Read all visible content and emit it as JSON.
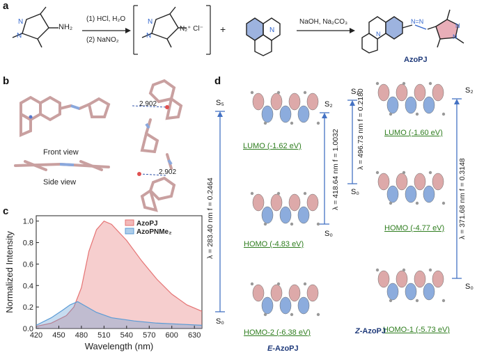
{
  "panels": {
    "a": "a",
    "b": "b",
    "c": "c",
    "d": "d"
  },
  "scheme": {
    "step1": "(1) HCl, H₂O",
    "step2": "(2) NaNO₂",
    "plus": "+",
    "nh2": "NH₂",
    "diazonium": "N₂⁺ Cl⁻",
    "conditions": "NaOH, Na₂CO₃",
    "product_name": "AzoPJ",
    "n": "N",
    "n_eq": "N=N"
  },
  "structures": {
    "front_view": "Front view",
    "side_view": "Side view",
    "distance_1": "2.902",
    "distance_2": "2.902"
  },
  "chart_data": {
    "type": "area",
    "xlabel": "Wavelength (nm)",
    "ylabel": "Normalized Intensity",
    "xlim": [
      420,
      640
    ],
    "ylim": [
      0,
      1.05
    ],
    "x_ticks": [
      420,
      450,
      480,
      510,
      540,
      570,
      600,
      630
    ],
    "y_ticks": [
      0.0,
      0.2,
      0.4,
      0.6,
      0.8,
      1.0
    ],
    "legend_position": "top-right",
    "series": [
      {
        "name": "AzoPJ",
        "color": "#e57373",
        "x": [
          420,
          440,
          460,
          470,
          480,
          490,
          500,
          510,
          520,
          540,
          560,
          580,
          600,
          620,
          640
        ],
        "y": [
          0.02,
          0.05,
          0.12,
          0.2,
          0.38,
          0.72,
          0.92,
          1.0,
          0.97,
          0.82,
          0.63,
          0.46,
          0.32,
          0.22,
          0.16
        ]
      },
      {
        "name": "AzoPNMe₂",
        "color": "#5b9bd5",
        "x": [
          420,
          440,
          455,
          465,
          475,
          485,
          500,
          520,
          550,
          580,
          610,
          640
        ],
        "y": [
          0.03,
          0.1,
          0.17,
          0.22,
          0.25,
          0.21,
          0.15,
          0.1,
          0.07,
          0.05,
          0.04,
          0.03
        ]
      }
    ]
  },
  "orbitals": {
    "e_lumo": "LUMO (-1.62 eV)",
    "e_homo": "HOMO (-4.83 eV)",
    "e_homo2": "HOMO-2 (-6.38 eV)",
    "z_lumo": "LUMO (-1.60 eV)",
    "z_homo": "HOMO (-4.77 eV)",
    "z_homo1": "HOMO-1 (-5.73 eV)",
    "e_caption_prefix": "E",
    "z_caption_prefix": "Z",
    "caption_suffix": "-AzoPJ"
  },
  "transitions": [
    {
      "upper": "S₅",
      "lower": "S₀",
      "label": "λ = 283.40 nm   f = 0.2464"
    },
    {
      "upper": "S₂",
      "lower": "S₀",
      "label": "λ = 418.64 nm   f = 1.0032"
    },
    {
      "upper": "S₁",
      "lower": "S₀",
      "label": "λ = 496.73 nm   f = 0.2180"
    },
    {
      "upper": "S₂",
      "lower": "S₀",
      "label": "λ = 371.68 nm   f = 0.3148"
    }
  ],
  "colors": {
    "accent": "#4472c4",
    "orbital_pink": "#d9a0a0",
    "orbital_blue": "#7fa3d9",
    "label_green": "#2e7d1e",
    "title_navy": "#1f3a7a"
  }
}
